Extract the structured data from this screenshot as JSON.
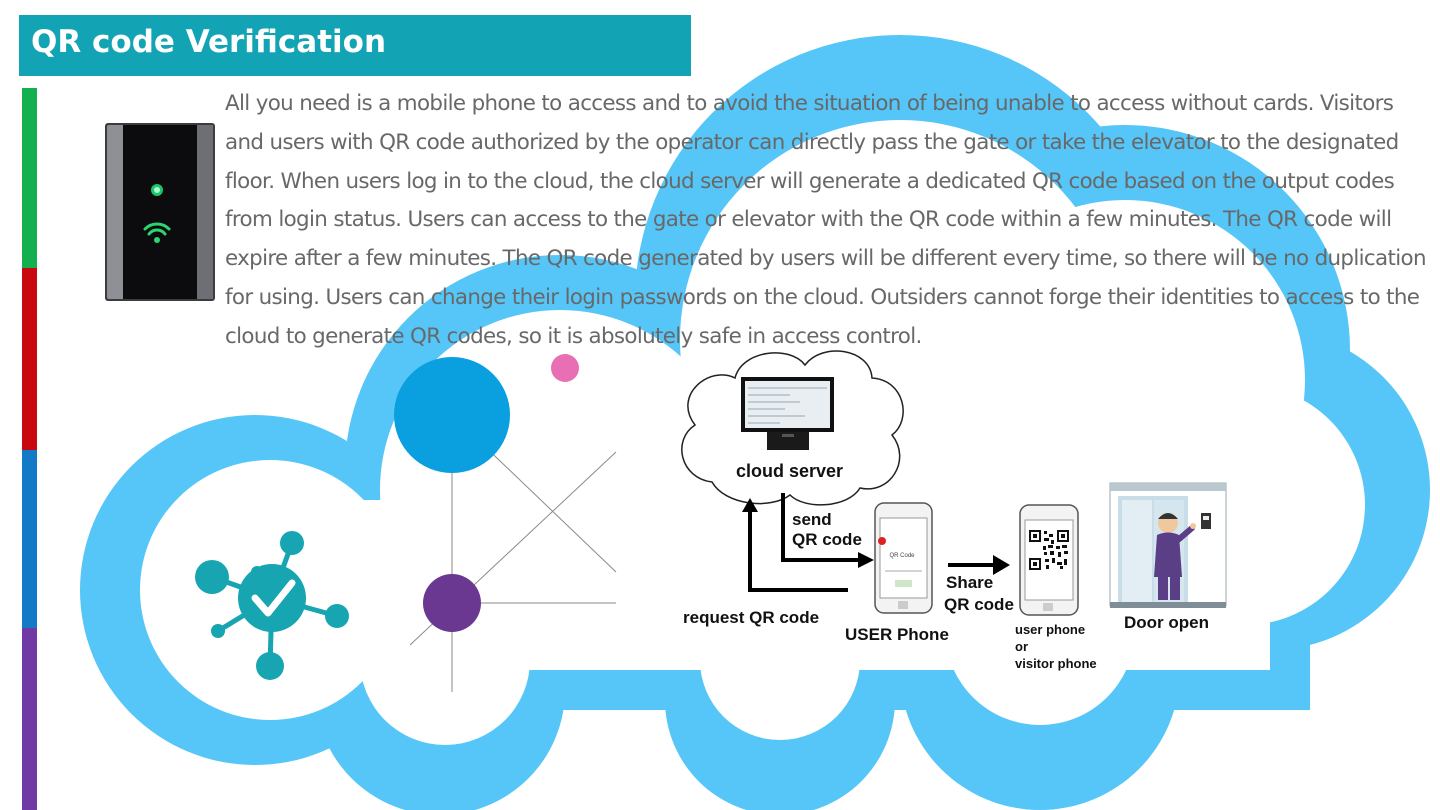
{
  "header": {
    "title": "QR code Verification"
  },
  "description": "All you need is a mobile phone to access and to avoid the situation of being unable to access without cards. Visitors and users with QR code authorized by the operator can directly pass the gate or take the elevator to the designated floor. When users log in to the cloud, the cloud server will generate a dedicated QR code based on the output codes from login status. Users can access to the gate or elevator with the QR code within a few minutes. The QR code will expire after a few minutes. The QR code generated by users will be different every time, so there will be no duplication for using. Users can change their login passwords on the cloud. Outsiders cannot forge their identities to access to the cloud to generate QR codes, so it is absolutely safe in access control.",
  "colors": {
    "header": "#12a4b4",
    "cloud": "#55c6f7",
    "stripes": [
      "#13b04f",
      "#c8070f",
      "#1479c6",
      "#6f3aa3"
    ],
    "teal_icon": "#16a5b1",
    "node_blue": "#0a9fdf",
    "node_purple": "#6b3891",
    "node_pink": "#e96fb4"
  },
  "icons": {
    "reader": "qr-reader-device-icon",
    "verified": "network-check-icon",
    "server": "server-monitor-icon",
    "phone": "smartphone-icon",
    "qr": "qr-code-icon",
    "elevator": "elevator-person-icon"
  },
  "flow": {
    "cloud_server": "cloud server",
    "send_qr_1": "send",
    "send_qr_2": "QR code",
    "request_qr": "request QR code",
    "user_phone": "USER Phone",
    "share_1": "Share",
    "share_2": "QR code",
    "user_phone_small": "user phone",
    "or": "or",
    "visitor_phone": "visitor phone",
    "door_open": "Door open",
    "qr_screen_label": "QR Code"
  }
}
